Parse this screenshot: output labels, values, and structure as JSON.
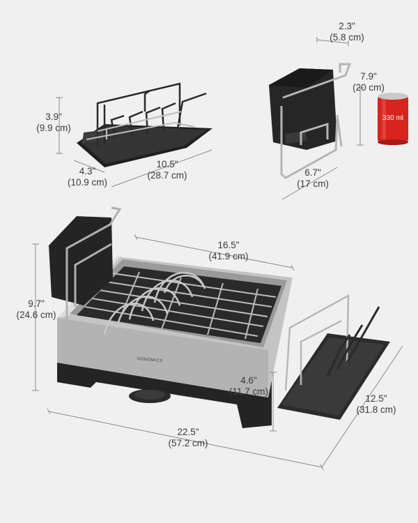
{
  "dimensions": {
    "drainboard_width": {
      "in": "10.5\"",
      "cm": "(28.7 cm)"
    },
    "drainboard_depth": {
      "in": "4.3\"",
      "cm": "(10.9 cm)"
    },
    "drainboard_height": {
      "in": "3.9\"",
      "cm": "(9.9 cm)"
    },
    "holder_depth": {
      "in": "2.3\"",
      "cm": "(5.8 cm)"
    },
    "holder_height": {
      "in": "7.9\"",
      "cm": "(20 cm)"
    },
    "holder_width": {
      "in": "6.7\"",
      "cm": "(17 cm)"
    },
    "rack_length": {
      "in": "16.5\"",
      "cm": "(41.9 cm)"
    },
    "total_height": {
      "in": "9.7\"",
      "cm": "(24.6 cm)"
    },
    "base_height": {
      "in": "4.6\"",
      "cm": "(11.7 cm)"
    },
    "total_depth": {
      "in": "12.5\"",
      "cm": "(31.8 cm)"
    },
    "total_width": {
      "in": "22.5\"",
      "cm": "(57.2 cm)"
    }
  },
  "can_label": "330 ml",
  "brand": "SONGMICS",
  "colors": {
    "background": "#f0f0f0",
    "dimension_line": "#8a8a8a",
    "tray_black": "#2e2e2e",
    "stainless": "#b9b9b9",
    "can_red": "#d8241c"
  }
}
